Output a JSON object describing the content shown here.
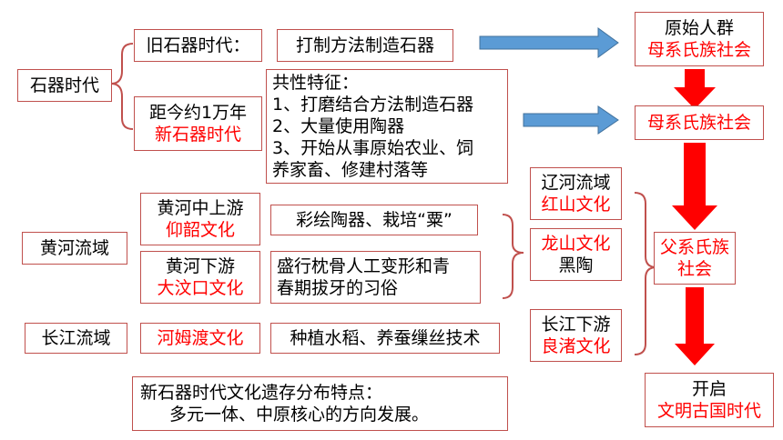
{
  "colors": {
    "red": "#ff0000",
    "blue_arrow": "#5b9bd5",
    "border": "#c0504d",
    "brace": "#c0504d"
  },
  "stone_age": "石器时代",
  "paleolithic": {
    "label": "旧石器时代：",
    "feature": "打制方法制造石器"
  },
  "neolithic": {
    "line1": "距今约1万年",
    "line2": "新石器时代",
    "features": [
      "共性特征：",
      "1、打磨结合方法制造石器",
      "2、大量使用陶器",
      "3、开始从事原始农业、饲",
      "养家畜、修建村落等"
    ]
  },
  "yellow_river": {
    "label": "黄河流域",
    "middle": {
      "region": "黄河中上游",
      "culture": "仰韶文化",
      "feature": "彩绘陶器、栽培“粟”"
    },
    "lower": {
      "region": "黄河下游",
      "culture": "大汶口文化",
      "feature_lines": [
        "盛行枕骨人工变形和青",
        "春期拔牙的习俗"
      ]
    }
  },
  "yangtze": {
    "label": "长江流域",
    "culture": "河姆渡文化",
    "feature": "种植水稻、养蚕缫丝技术"
  },
  "summary": {
    "line1": "新石器时代文化遗存分布特点：",
    "line2": "多元一体、中原核心的方向发展。"
  },
  "cultures": {
    "liaohe": {
      "region": "辽河流域",
      "name": "红山文化"
    },
    "longshan": {
      "name": "龙山文化",
      "desc": "黑陶"
    },
    "yangtze_lower": {
      "region": "长江下游",
      "name": "良渚文化"
    }
  },
  "society": {
    "primitive": "原始人群",
    "matriarchal_a": "母系氏族社会",
    "matriarchal_b": "母系氏族社会",
    "patriarchal_line1": "父系氏族",
    "patriarchal_line2": "社会",
    "open": "开启",
    "civilization": "文明古国时代"
  }
}
